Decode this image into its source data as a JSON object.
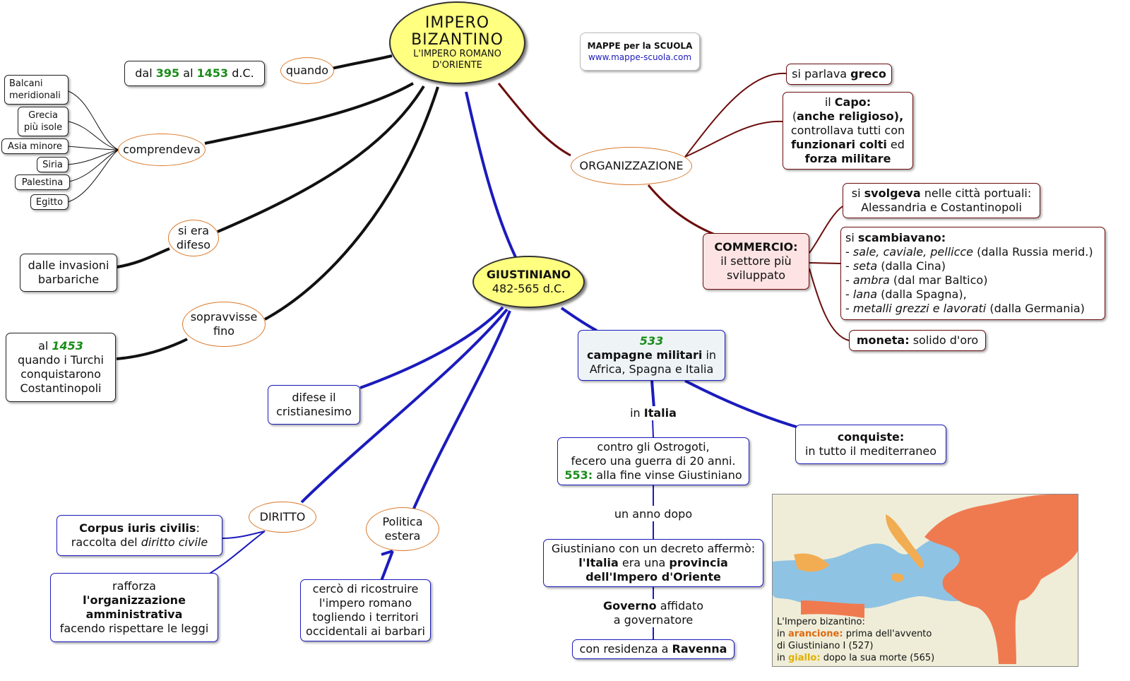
{
  "central": {
    "title1": "IMPERO",
    "title2": "BIZANTINO",
    "sub1": "L'IMPERO ROMANO",
    "sub2": "D'ORIENTE"
  },
  "branding": {
    "line1": "MAPPE per la SCUOLA",
    "line2": "www.mappe-scuola.com"
  },
  "quando": {
    "label": "quando",
    "box": {
      "pre": "dal ",
      "y1": "395",
      "mid": " al ",
      "y2": "1453",
      "post": " d.C."
    }
  },
  "comprendeva": {
    "label": "comprendeva",
    "items": [
      "Balcani meridionali",
      "Grecia più isole",
      "Asia minore",
      "Siria",
      "Palestina",
      "Egitto"
    ]
  },
  "difeso": {
    "label1": "si era",
    "label2": "difeso",
    "box1": "dalle invasioni",
    "box2": "barbariche"
  },
  "sopravvisse": {
    "label1": "sopravvisse",
    "label2": "fino",
    "box": {
      "pre": "al ",
      "year": "1453",
      "l2": "quando i Turchi",
      "l3": "conquistarono",
      "l4": "Costantinopoli"
    }
  },
  "organizzazione": {
    "label": "ORGANIZZAZIONE",
    "greco": {
      "pre": "si parlava ",
      "bold": "greco"
    },
    "capo": {
      "l1a": "il ",
      "l1b": "Capo:",
      "l2a": "(",
      "l2b": "anche religioso),",
      "l3": "controllava tutti con",
      "l4a": "funzionari colti",
      "l4b": " ed",
      "l5": "forza militare"
    }
  },
  "commercio": {
    "title": "COMMERCIO:",
    "l2": "il settore più",
    "l3": "sviluppato",
    "svolgeva": {
      "pre": "si ",
      "bold": "svolgeva",
      "post": " nelle città portuali:",
      "l2": "Alessandria e Costantinopoli"
    },
    "scambiavano": {
      "pre": "si ",
      "bold": "scambiavano:",
      "items": [
        {
          "it": "sale, caviale, pellicce",
          "rest": " (dalla Russia merid.)"
        },
        {
          "it": "seta",
          "rest": "  (dalla Cina)"
        },
        {
          "it": "ambra",
          "rest": "  (dal mar Baltico)"
        },
        {
          "it": "lana",
          "rest": "  (dalla Spagna),"
        },
        {
          "it": "metalli grezzi e lavorati",
          "rest": "  (dalla Germania)"
        }
      ],
      "dash": "- "
    },
    "moneta": {
      "bold": "moneta:",
      "rest": " solido d'oro"
    }
  },
  "giustiniano": {
    "title": "GIUSTINIANO",
    "dates": "482-565 d.C."
  },
  "campagne": {
    "year": "533",
    "l2a": "campagne militari",
    "l2b": " in",
    "l3": "Africa, Spagna e Italia"
  },
  "in_italia": {
    "pre": "in ",
    "bold": "Italia"
  },
  "conquiste": {
    "bold": "conquiste:",
    "l2": "in tutto il mediterraneo"
  },
  "ostrogoti": {
    "l1": "contro gli Ostrogoti,",
    "l2": "fecero una guerra di 20 anni.",
    "year": "553:",
    "l3": " alla fine vinse Giustiniano"
  },
  "anno_dopo": "un anno dopo",
  "decreto": {
    "l1": "Giustiniano con un decreto affermò:",
    "l2a": "l'Italia",
    "l2b": " era una ",
    "l2c": "provincia",
    "l3": "dell'Impero d'Oriente"
  },
  "governo": {
    "bold": "Governo",
    "rest": " affidato",
    "l2": "a governatore"
  },
  "ravenna": {
    "pre": "con residenza a ",
    "bold": "Ravenna"
  },
  "cristianesimo": {
    "l1": "difese il",
    "l2": "cristianesimo"
  },
  "diritto": {
    "label": "DIRITTO",
    "corpus": {
      "bold": "Corpus iuris civilis",
      "post": ":",
      "l2a": "raccolta del ",
      "l2b": "diritto  civile"
    },
    "rafforza": {
      "l1": "rafforza",
      "l2": "l'organizzazione",
      "l3": "amministrativa",
      "l4": "facendo rispettare le leggi"
    }
  },
  "politica": {
    "label1": "Politica",
    "label2": "estera",
    "box": {
      "l1": "cercò di ricostruire",
      "l2": "l'impero romano",
      "l3": "togliendo i territori",
      "l4": "occidentali ai barbari"
    }
  },
  "map_caption": {
    "l1": "L'Impero bizantino:",
    "l2a": "in ",
    "l2b": "arancione:",
    "l2c": " prima dell'avvento",
    "l3": "di Giustiniano I (527)",
    "l4a": "in ",
    "l4b": "giallo:",
    "l4c": " dopo la sua morte (565)"
  },
  "colors": {
    "black_links": "#111111",
    "blue_links": "#1b1bbd",
    "red_links": "#6b0d0d",
    "oval_border": "#d97a2b",
    "central_fill": "#ffff80",
    "commercio_fill": "#fde3e3",
    "campagne_fill": "#eef4f6",
    "green": "#1a8c1a",
    "map_sea": "#8fc3e3",
    "map_land": "#efedd8",
    "map_orange": "#f07a50",
    "map_yellow": "#f2ac52"
  }
}
